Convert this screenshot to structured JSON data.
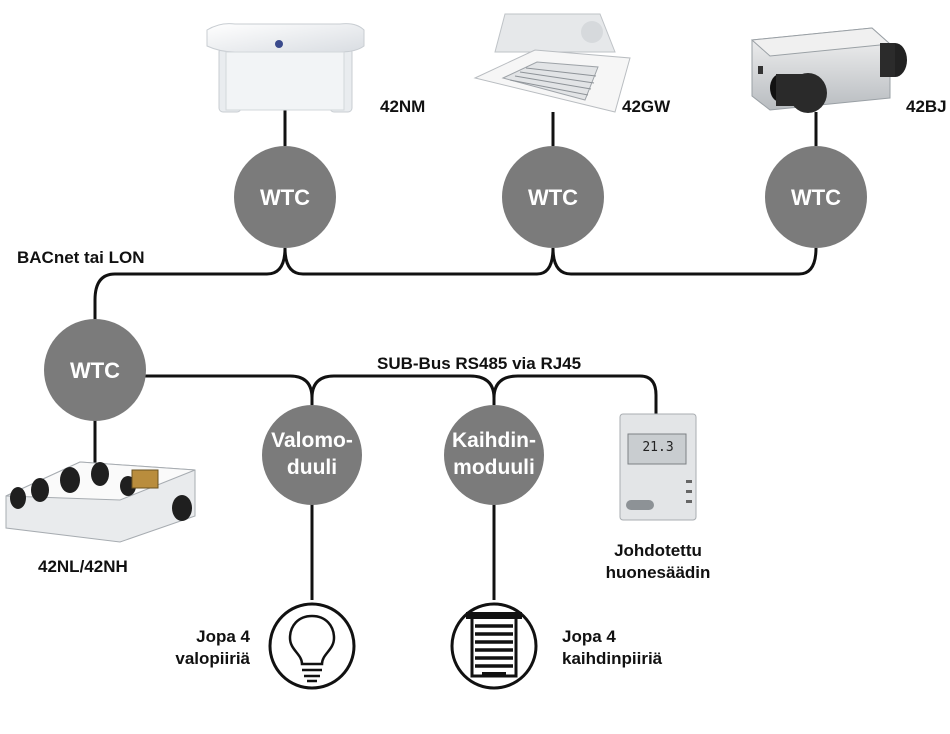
{
  "wtc_label": "WTC",
  "bus": {
    "network_label": "BACnet tai LON",
    "subbus_label": "SUB-Bus RS485 via RJ45"
  },
  "devices": {
    "nm": "42NM",
    "gw": "42GW",
    "bj": "42BJ",
    "nl": "42NL/42NH"
  },
  "modules": {
    "light_line1": "Valomo-",
    "light_line2": "duuli",
    "blind_line1": "Kaihdin-",
    "blind_line2": "moduuli"
  },
  "thermostat": {
    "display": "21.3",
    "label_line1": "Johdotettu",
    "label_line2": "huonesäädin"
  },
  "circuits": {
    "light_line1": "Jopa 4",
    "light_line2": "valopiiriä",
    "blind_line1": "Jopa 4",
    "blind_line2": "kaihdinpiiriä"
  },
  "colors": {
    "node_fill": "#7b7b7b",
    "line": "#111111",
    "node_text": "#ffffff"
  }
}
